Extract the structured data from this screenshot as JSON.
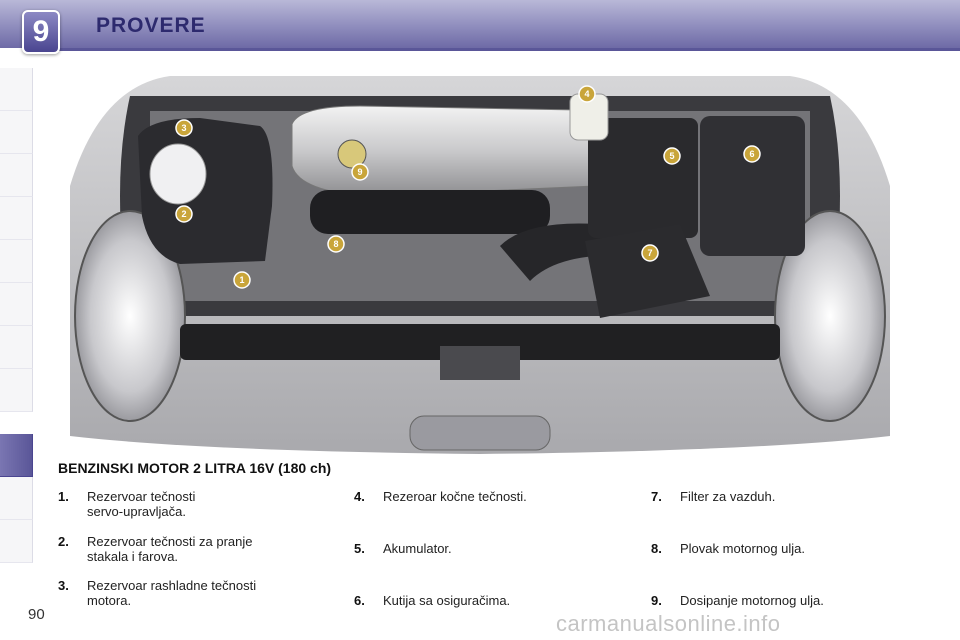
{
  "header": {
    "chapter_number": "9",
    "title": "PROVERE"
  },
  "figure": {
    "section_title": "BENZINSKI MOTOR 2 LITRA 16V (180 ch)",
    "callouts": [
      "1",
      "2",
      "3",
      "4",
      "5",
      "6",
      "7",
      "8",
      "9"
    ]
  },
  "legend": [
    {
      "num": "1.",
      "text": "Rezervoar tečnosti\nservo-upravljača."
    },
    {
      "num": "2.",
      "text": "Rezervoar tečnosti za pranje\nstakala i farova."
    },
    {
      "num": "3.",
      "text": "Rezervoar rashladne tečnosti\nmotora."
    },
    {
      "num": "4.",
      "text": "Rezeroar kočne tečnosti."
    },
    {
      "num": "5.",
      "text": "Akumulator."
    },
    {
      "num": "6.",
      "text": "Kutija sa osiguračima."
    },
    {
      "num": "7.",
      "text": "Filter za vazduh."
    },
    {
      "num": "8.",
      "text": "Plovak motornog ulja."
    },
    {
      "num": "9.",
      "text": "Dosipanje motornog ulja."
    }
  ],
  "footer": {
    "page_number": "90",
    "watermark": "carmanualsonline.info"
  },
  "colors": {
    "header_accent": "#6e6aa6",
    "callout": "#c9a53a"
  }
}
